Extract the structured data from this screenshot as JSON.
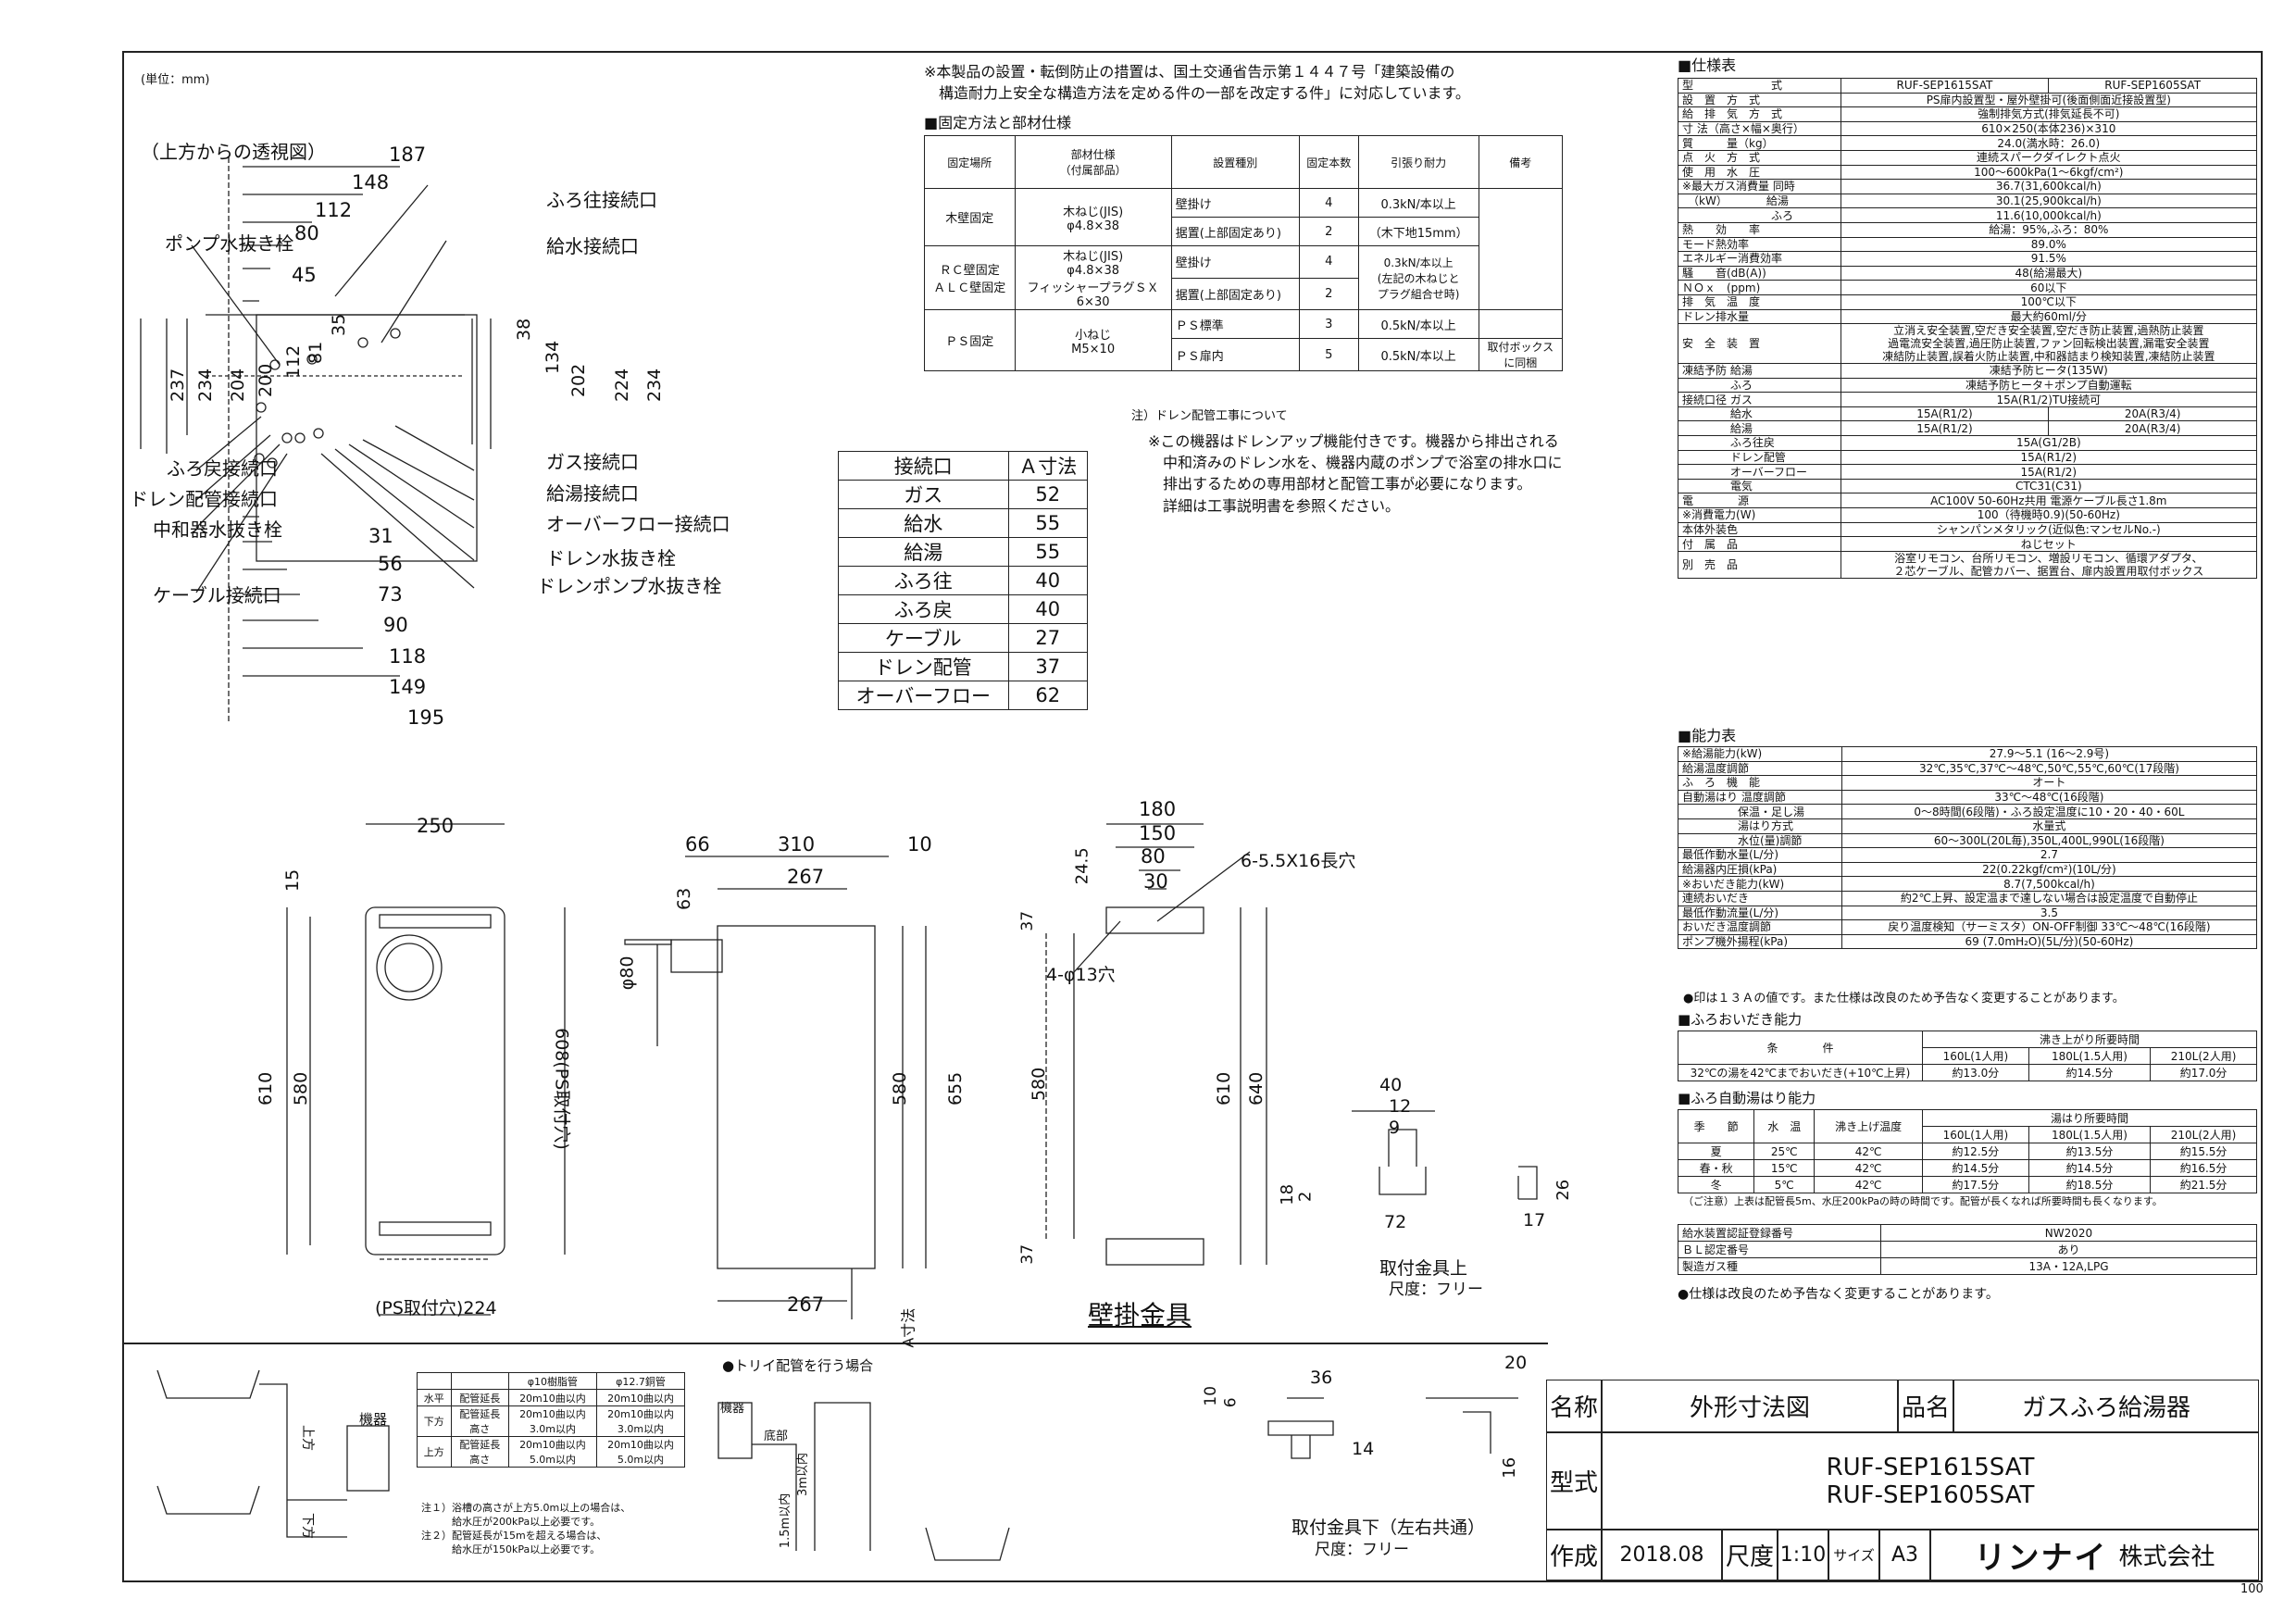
{
  "notes": {
    "unit": "(単位：mm)",
    "corner_page": "100",
    "seismic": "※本製品の設置・転倒防止の措置は、国土交通省告示第１４４７号「建築設備の\n　構造耐力上安全な構造方法を定める件の一部を改定する件」に対応しています。",
    "fixing_title": "■固定方法と部材仕様",
    "drain_title": "注）ドレン配管工事について",
    "drain_text": "※この機器はドレンアップ機能付きです。機器から排出される\n　中和済みのドレン水を、機器内蔵のポンプで浴室の排水口に\n　排出するための専用部材と配管工事が必要になります。\n　詳細は工事説明書を参照ください。",
    "top_view": "（上方からの透視図）",
    "wall_bracket": "壁掛金具",
    "bracket_top": "取付金具上",
    "bracket_bottom": "取付金具下（左右共通）",
    "scale_free_1": "尺度：フリー",
    "scale_free_2": "尺度：フリー",
    "trough": "●トリイ配管を行う場合",
    "spec_change": "●仕様は改良のため予告なく変更することがあります。",
    "capacity_note": "●印は１３Ａの値です。また仕様は改良のため予告なく変更することがあります。",
    "pipe_note": "注１）浴槽の高さが上方5.0m以上の場合は、\n　　　給水圧が200kPa以上必要です。\n注２）配管延長が15mを超える場合は、\n　　　給水圧が150kPa以上必要です。"
  },
  "fixing_table": {
    "headers": [
      "固定場所",
      "部材仕様\n（付属部品）",
      "設置種別",
      "固定本数",
      "引張り耐力",
      "備考"
    ],
    "rows": [
      [
        "木壁固定",
        "木ねじ(JIS)\nφ4.8×38",
        "壁掛け",
        "4",
        "0.3kN/本以上",
        ""
      ],
      [
        "",
        "",
        "据置(上部固定あり)",
        "2",
        "（木下地15mm）",
        ""
      ],
      [
        "ＲＣ壁固定\nＡＬＣ壁固定",
        "木ねじ(JIS)\nφ4.8×38\nフィッシャープラグＳＸ\n6×30",
        "壁掛け",
        "4",
        "0.3kN/本以上\n(左記の木ねじと\nプラグ組合せ時)",
        ""
      ],
      [
        "",
        "",
        "据置(上部固定あり)",
        "2",
        "",
        ""
      ],
      [
        "ＰＳ固定",
        "小ねじ\nM5×10",
        "ＰＳ標準",
        "3",
        "0.5kN/本以上",
        ""
      ],
      [
        "",
        "",
        "ＰＳ扉内",
        "5",
        "0.5kN/本以上",
        "取付ボックス\nに同梱"
      ]
    ]
  },
  "connection_table": {
    "headers": [
      "接続口",
      "Ａ寸法"
    ],
    "rows": [
      [
        "ガス",
        "52"
      ],
      [
        "給水",
        "55"
      ],
      [
        "給湯",
        "55"
      ],
      [
        "ふろ往",
        "40"
      ],
      [
        "ふろ戻",
        "40"
      ],
      [
        "ケーブル",
        "27"
      ],
      [
        "ドレン配管",
        "37"
      ],
      [
        "オーバーフロー",
        "62"
      ]
    ]
  },
  "top_labels": [
    "ふろ往接続口",
    "給水接続口",
    "ポンプ水抜き栓",
    "ガス接続口",
    "給湯接続口",
    "オーバーフロー接続口",
    "ドレン水抜き栓",
    "ドレンポンプ水抜き栓",
    "ふろ戻接続口",
    "ドレン配管接続口",
    "中和器水抜き栓",
    "ケーブル接続口"
  ],
  "dims": {
    "top": [
      "187",
      "148",
      "112",
      "80",
      "45",
      "35",
      "81",
      "112",
      "200",
      "204",
      "237",
      "234",
      "38",
      "134",
      "202",
      "224",
      "234",
      "31",
      "56",
      "73",
      "90",
      "118",
      "149",
      "195"
    ],
    "front": [
      "250",
      "15",
      "610",
      "580",
      "608(PS取付穴)",
      "(PS取付穴)224"
    ],
    "side": [
      "66",
      "310",
      "10",
      "267",
      "63",
      "φ80",
      "580",
      "655",
      "267",
      "A寸法"
    ],
    "back": [
      "180",
      "150",
      "80",
      "30",
      "24.5",
      "6-5.5X16長穴",
      "4-φ13穴",
      "37",
      "580",
      "610",
      "640",
      "37"
    ],
    "bracket": [
      "40",
      "12",
      "9",
      "18",
      "2",
      "72",
      "26",
      "17",
      "36",
      "10",
      "6",
      "14",
      "20",
      "16"
    ]
  },
  "spec": {
    "title": "■仕様表",
    "models": [
      "RUF-SEP1615SAT",
      "RUF-SEP1605SAT"
    ],
    "rows": [
      [
        "型　　　　　　　式",
        "RUF-SEP1615SAT|RUF-SEP1605SAT"
      ],
      [
        "設　置　方　式",
        "PS扉内設置型・屋外壁掛可(後面側面近接設置型)"
      ],
      [
        "給　排　気　方　式",
        "強制排気方式(排気延長不可)"
      ],
      [
        "寸 法（高さ×幅×奥行）",
        "610×250(本体236)×310"
      ],
      [
        "質　　　量（kg）",
        "24.0(満水時：26.0)"
      ],
      [
        "点　火　方　式",
        "連続スパークダイレクト点火"
      ],
      [
        "使　用　水　圧",
        "100～600kPa(1～6kgf/cm²)"
      ],
      [
        "※最大ガス消費量 同時",
        "36.7(31,600kcal/h)"
      ],
      [
        "　（kW）　　　　給湯",
        "30.1(25,900kcal/h)"
      ],
      [
        "　　　　　　　　ふろ",
        "11.6(10,000kcal/h)"
      ],
      [
        "熱　　効　　率",
        "給湯：95%,ふろ：80%"
      ],
      [
        "モード熱効率",
        "89.0%"
      ],
      [
        "エネルギー消費効率",
        "91.5%"
      ],
      [
        "騒　　音(dB(A))",
        "48(給湯最大)"
      ],
      [
        "ＮＯｘ　(ppm)",
        "60以下"
      ],
      [
        "排　気　温　度",
        "100℃以下"
      ],
      [
        "ドレン排水量",
        "最大約60ml/分"
      ],
      [
        "安　全　装　置",
        "立消え安全装置,空だき安全装置,空だき防止装置,過熱防止装置\n過電流安全装置,過圧防止装置,ファン回転検出装置,漏電安全装置\n凍結防止装置,誤着火防止装置,中和器詰まり検知装置,凍結防止装置"
      ],
      [
        "凍結予防 給湯",
        "凍結予防ヒータ(135W)"
      ],
      [
        "　　　　 ふろ",
        "凍結予防ヒータ＋ポンプ自動運転"
      ],
      [
        "接続口径 ガス",
        "15A(R1/2)TU接続可"
      ],
      [
        "　　　　 給水",
        "15A(R1/2)|20A(R3/4)"
      ],
      [
        "　　　　 給湯",
        "15A(R1/2)|20A(R3/4)"
      ],
      [
        "　　　　 ふろ往戻",
        "15A(G1/2B)"
      ],
      [
        "　　　　 ドレン配管",
        "15A(R1/2)"
      ],
      [
        "　　　　 オーバーフロー",
        "15A(R1/2)"
      ],
      [
        "　　　　 電気",
        "CTC31(C31)"
      ],
      [
        "電　　　　源",
        "AC100V 50-60Hz共用 電源ケーブル長さ1.8m"
      ],
      [
        "※消費電力(W)",
        "100（待機時0.9)(50-60Hz)"
      ],
      [
        "本体外装色",
        "シャンパンメタリック(近似色:マンセルNo.-)"
      ],
      [
        "付　属　品",
        "ねじセット"
      ],
      [
        "別　売　品",
        "浴室リモコン、台所リモコン、増設リモコン、循環アダプタ、\n２芯ケーブル、配管カバー、据置台、扉内設置用取付ボックス"
      ]
    ]
  },
  "capacity": {
    "title": "■能力表",
    "rows": [
      [
        "※給湯能力(kW)",
        "27.9～5.1 (16～2.9号)"
      ],
      [
        "給湯温度調節",
        "32℃,35℃,37℃～48℃,50℃,55℃,60℃(17段階)"
      ],
      [
        "ふ　ろ　機　能",
        "オート"
      ],
      [
        "自動湯はり 温度調節",
        "33℃～48℃(16段階)"
      ],
      [
        "　　　　　保温・足し湯",
        "0～8時間(6段階)・ふろ設定温度に10・20・40・60L"
      ],
      [
        "　　　　　湯はり方式",
        "水量式"
      ],
      [
        "　　　　　水位(量)調節",
        "60～300L(20L毎),350L,400L,990L(16段階)"
      ],
      [
        "最低作動水量(L/分)",
        "2.7"
      ],
      [
        "給湯器内圧損(kPa)",
        "22(0.22kgf/cm²)(10L/分)"
      ],
      [
        "※おいだき能力(kW)",
        "8.7(7,500kcal/h)"
      ],
      [
        "連続おいだき",
        "約2℃上昇、設定温まで達しない場合は設定温度で自動停止"
      ],
      [
        "最低作動流量(L/分)",
        "3.5"
      ],
      [
        "おいだき温度調節",
        "戻り温度検知（サーミスタ）ON-OFF制御 33℃～48℃(16段階)"
      ],
      [
        "ポンプ機外揚程(kPa)",
        "69 (7.0mH₂O)(5L/分)(50-60Hz)"
      ]
    ]
  },
  "oidaki": {
    "title": "■ふろおいだき能力",
    "header": [
      "条　　　　件",
      "沸き上がり所要時間",
      "160L(1人用)",
      "180L(1.5人用)",
      "210L(2人用)"
    ],
    "row": [
      "32℃の湯を42℃までおいだき(+10℃上昇)",
      "約13.0分",
      "約14.5分",
      "約17.0分"
    ]
  },
  "auto_fill": {
    "title": "■ふろ自動湯はり能力",
    "header": [
      "季　　節",
      "水　温",
      "沸き上げ温度",
      "湯はり所要時間",
      "160L(1人用)",
      "180L(1.5人用)",
      "210L(2人用)"
    ],
    "rows": [
      [
        "夏",
        "25℃",
        "42℃",
        "約12.5分",
        "約13.5分",
        "約15.5分"
      ],
      [
        "春・秋",
        "15℃",
        "42℃",
        "約14.5分",
        "約14.5分",
        "約16.5分"
      ],
      [
        "冬",
        "5℃",
        "42℃",
        "約17.5分",
        "約18.5分",
        "約21.5分"
      ]
    ],
    "note": "（ご注意）上表は配管長5m、水圧200kPaの時の時間です。配管が長くなれば所要時間も長くなります。"
  },
  "cert": [
    [
      "給水装置認証登録番号",
      "NW2020"
    ],
    [
      "ＢＬ認定番号",
      "あり"
    ],
    [
      "製造ガス種",
      "13A・12A,LPG"
    ]
  ],
  "pipe_table": {
    "headers": [
      "",
      "",
      "φ10樹脂管",
      "φ12.7銅管"
    ],
    "rows": [
      [
        "水平",
        "配管延長",
        "20m10曲以内",
        "20m10曲以内"
      ],
      [
        "下方",
        "配管延長\n高さ",
        "20m10曲以内\n3.0m以内",
        "20m10曲以内\n3.0m以内"
      ],
      [
        "上方",
        "配管延長\n高さ",
        "20m10曲以内\n5.0m以内",
        "20m10曲以内\n5.0m以内"
      ]
    ],
    "labels": [
      "機器",
      "上方",
      "下方",
      "機器",
      "底部",
      "3m以内",
      "1.5m以内"
    ]
  },
  "title_block": {
    "name_label": "名称",
    "name_value": "外形寸法図",
    "product_label": "品名",
    "product_value": "ガスふろ給湯器",
    "model_label": "型式",
    "model_values": [
      "RUF-SEP1615SAT",
      "RUF-SEP1605SAT"
    ],
    "made_label": "作成",
    "date": "2018.08",
    "scale_label": "尺度",
    "scale": "1:10",
    "size_label": "サイズ",
    "size": "A3",
    "company_logo": "リンナイ",
    "company_suffix": "株式会社"
  }
}
